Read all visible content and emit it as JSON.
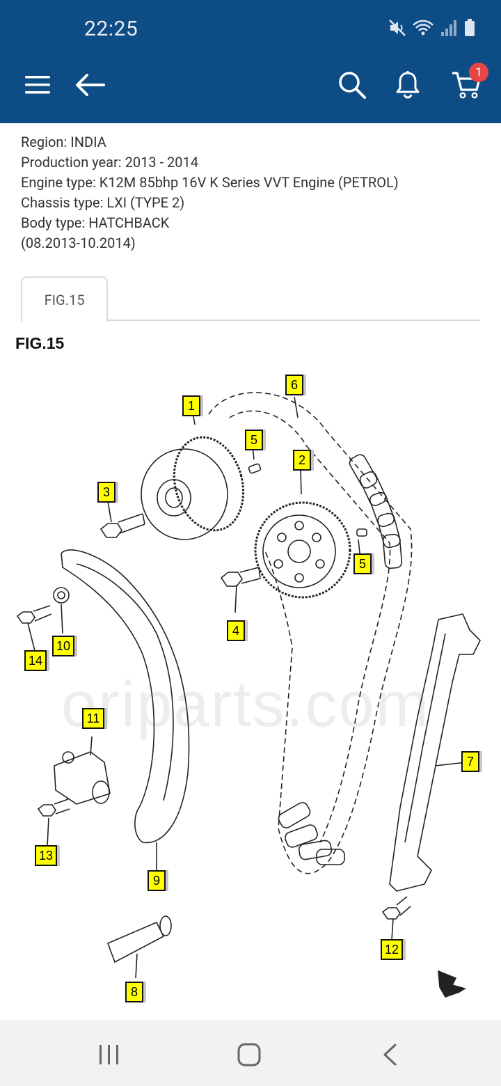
{
  "status_bar": {
    "time": "22:25"
  },
  "toolbar": {
    "cart_badge": "1"
  },
  "info": {
    "region": "Region: INDIA",
    "production_year": "Production year: 2013 - 2014",
    "engine_type": "Engine type: K12M 85bhp 16V K Series VVT Engine (PETROL)",
    "chassis_type": "Chassis type: LXI (TYPE 2)",
    "body_type": "Body type: HATCHBACK",
    "date_range": "(08.2013-10.2014)"
  },
  "tabs": [
    {
      "label": "FIG.15",
      "active": true
    }
  ],
  "figure": {
    "title": "FIG.15",
    "watermark": "oriparts.com",
    "callouts": [
      "1",
      "6",
      "5",
      "2",
      "3",
      "5",
      "4",
      "14",
      "10",
      "11",
      "7",
      "13",
      "9",
      "12",
      "8"
    ]
  },
  "colors": {
    "header": "#0e4c86",
    "badge": "#e84646",
    "callout": "#ffff00"
  }
}
